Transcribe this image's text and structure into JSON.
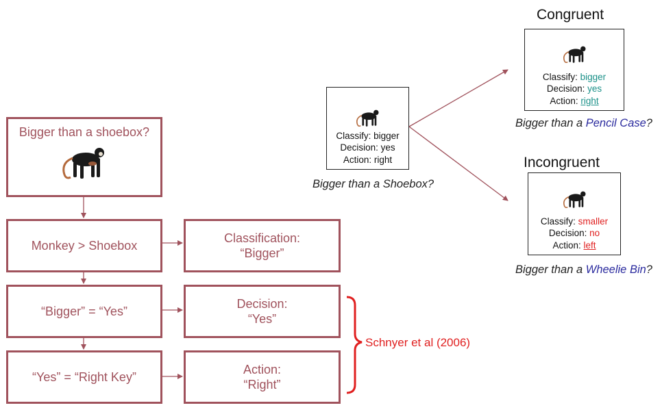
{
  "flowchart": {
    "question_box": {
      "text": "Bigger than a shoebox?"
    },
    "steps": [
      {
        "left": "Monkey > Shoebox",
        "right_line1": "Classification:",
        "right_line2": "“Bigger”"
      },
      {
        "left": "“Bigger” = “Yes”",
        "right_line1": "Decision:",
        "right_line2": "“Yes”"
      },
      {
        "left": "“Yes” = “Right Key”",
        "right_line1": "Action:",
        "right_line2": "“Right”"
      }
    ],
    "reference": "Schnyer et al (2006)"
  },
  "trials": {
    "base": {
      "classify_label": "Classify:",
      "classify_value": "bigger",
      "decision_label": "Decision:",
      "decision_value": "yes",
      "action_label": "Action:",
      "action_value": "right",
      "caption": "Bigger than a Shoebox?"
    },
    "congruent": {
      "heading": "Congruent",
      "classify_label": "Classify:",
      "classify_value": "bigger",
      "decision_label": "Decision:",
      "decision_value": "yes",
      "action_label": "Action:",
      "action_value": "right",
      "caption_prefix": "Bigger than a ",
      "caption_object": "Pencil Case",
      "caption_suffix": "?"
    },
    "incongruent": {
      "heading": "Incongruent",
      "classify_label": "Classify:",
      "classify_value": "smaller",
      "decision_label": "Decision:",
      "decision_value": "no",
      "action_label": "Action:",
      "action_value": "left",
      "caption_prefix": "Bigger than a ",
      "caption_object": "Wheelie Bin",
      "caption_suffix": "?"
    }
  },
  "colors": {
    "flow": "#a0525c",
    "congruent_value": "#1a9088",
    "incongruent_value": "#e02020",
    "object_name": "#2a2a9e",
    "bracket": "#e02020"
  },
  "icons": {
    "animal": "monkey-image"
  }
}
